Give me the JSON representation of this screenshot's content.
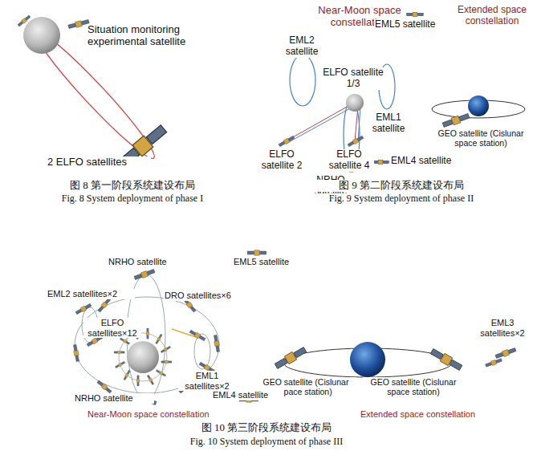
{
  "diagram": {
    "labels": [
      "Situation monitoring experimental satellite",
      "2 ELFO satellites",
      "图 8 第一阶段系统建设布局",
      "Fig. 8 System deployment of phase I",
      "Near-Moon space constellation",
      "EML5 satellite",
      "Extended space constellation",
      "EML2 satellite",
      "ELFO satellite 1/3",
      "EML1 satellite",
      "GEO satellite (Cislunar space station)",
      "ELFO satellite 2",
      "ELFO satellite 4",
      "NRHO satellite",
      "EML4 satellite",
      "图 9 第二阶段系统建设布局",
      "Fig. 9 System deployment of phase II",
      "NRHO satellite",
      "EML5 satellite",
      "EML2 satellites×2",
      "DRO satellites×6",
      "ELFO satellites×12",
      "EML1 satellites×2",
      "GEO satellite (Cislunar space station)",
      "GEO satellite (Cislunar space station)",
      "EML3 satellites×2",
      "NRHO satellite",
      "EML4 satellite",
      "Near-Moon space constellation",
      "Extended space constellation",
      "图 10 第三阶段系统建设布局",
      "Fig. 10 System deployment of phase III"
    ]
  }
}
